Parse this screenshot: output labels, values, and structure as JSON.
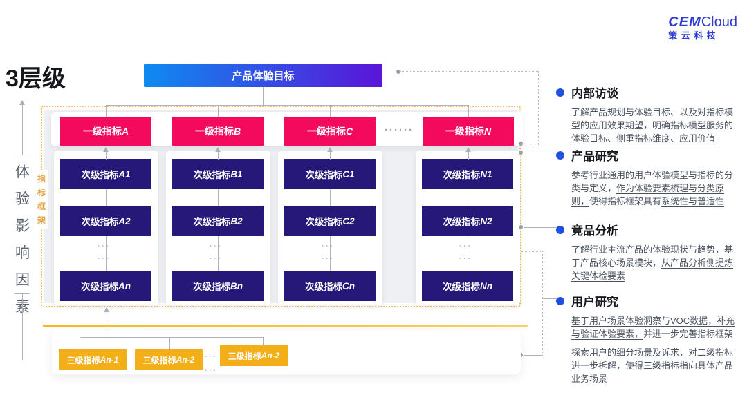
{
  "brand": {
    "name_bold": "CEM",
    "name_light": "Cloud",
    "name_cn": "策云科技"
  },
  "title": "3层级",
  "left_axis_label": "体验影响因素",
  "framework_label": "指标框架",
  "goal_banner": "产品体验目标",
  "level1": {
    "items": [
      {
        "base": "一级指标",
        "suffix": "A"
      },
      {
        "base": "一级指标",
        "suffix": "B"
      },
      {
        "base": "一级指标",
        "suffix": "C"
      },
      {
        "base": "一级指标",
        "suffix": "N"
      }
    ],
    "ellipsis": "······"
  },
  "columns": [
    {
      "items": [
        {
          "base": "次级指标",
          "suffix": "A1"
        },
        {
          "base": "次级指标",
          "suffix": "A2"
        },
        {
          "base": "次级指标",
          "suffix": "An"
        }
      ]
    },
    {
      "items": [
        {
          "base": "次级指标",
          "suffix": "B1"
        },
        {
          "base": "次级指标",
          "suffix": "B2"
        },
        {
          "base": "次级指标",
          "suffix": "Bn"
        }
      ]
    },
    {
      "items": [
        {
          "base": "次级指标",
          "suffix": "C1"
        },
        {
          "base": "次级指标",
          "suffix": "C2"
        },
        {
          "base": "次级指标",
          "suffix": "Cn"
        }
      ]
    },
    {
      "items": [
        {
          "base": "次级指标",
          "suffix": "N1"
        },
        {
          "base": "次级指标",
          "suffix": "N2"
        },
        {
          "base": "次级指标",
          "suffix": "Nn"
        }
      ]
    }
  ],
  "column_ellipsis": "···",
  "level3": {
    "items": [
      {
        "base": "三级指标",
        "suffix": "An-1"
      },
      {
        "base": "三级指标",
        "suffix": "An-2"
      },
      {
        "base": "三级指标",
        "suffix": "An-2"
      }
    ],
    "ellipsis": "···"
  },
  "sections": [
    {
      "title": "内部访谈",
      "paragraphs": [
        [
          {
            "t": "了解产品规划与体验目标、以及对指标模型的应用效果期望，",
            "u": false
          },
          {
            "t": "明确指标模型服务的体验目标、侧重指标维度、应用价值",
            "u": true
          }
        ]
      ]
    },
    {
      "title": "产品研究",
      "paragraphs": [
        [
          {
            "t": "参考行业通用的用户体验模型与指标的分类与定义，",
            "u": false
          },
          {
            "t": "作为体验要素梳理与分类原则，",
            "u": true
          },
          {
            "t": "使得指标框架具有",
            "u": false
          },
          {
            "t": "系统性与普适性",
            "u": true
          }
        ]
      ]
    },
    {
      "title": "竞品分析",
      "paragraphs": [
        [
          {
            "t": "了解行业主流产品的体验现状与趋势，基于产品核心场景模块，",
            "u": false
          },
          {
            "t": "从产品分析侧提炼关键体检要素",
            "u": true
          }
        ]
      ]
    },
    {
      "title": "用户研究",
      "paragraphs": [
        [
          {
            "t": "基于用户场景体验洞察与VOC数据，补充与验证体验要素，",
            "u": true
          },
          {
            "t": "并进一步完善指标框架",
            "u": false
          }
        ],
        [
          {
            "t": "探索用户",
            "u": false
          },
          {
            "t": "的细分场景及诉求，对二级指标进一步拆解，",
            "u": true
          },
          {
            "t": "使得三级指标指向具体产品业务场景",
            "u": false
          }
        ]
      ]
    }
  ],
  "colors": {
    "banner_gradient_start": "#0E8BF1",
    "banner_gradient_end": "#5A14D8",
    "level1_pink": "#F40A5C",
    "level2_navy": "#251879",
    "level3_yellow": "#F3AF18",
    "frame_border_yellow": "#EFBF4D",
    "bullet_blue": "#2050E0",
    "brand_blue": "#2E3CD2"
  }
}
